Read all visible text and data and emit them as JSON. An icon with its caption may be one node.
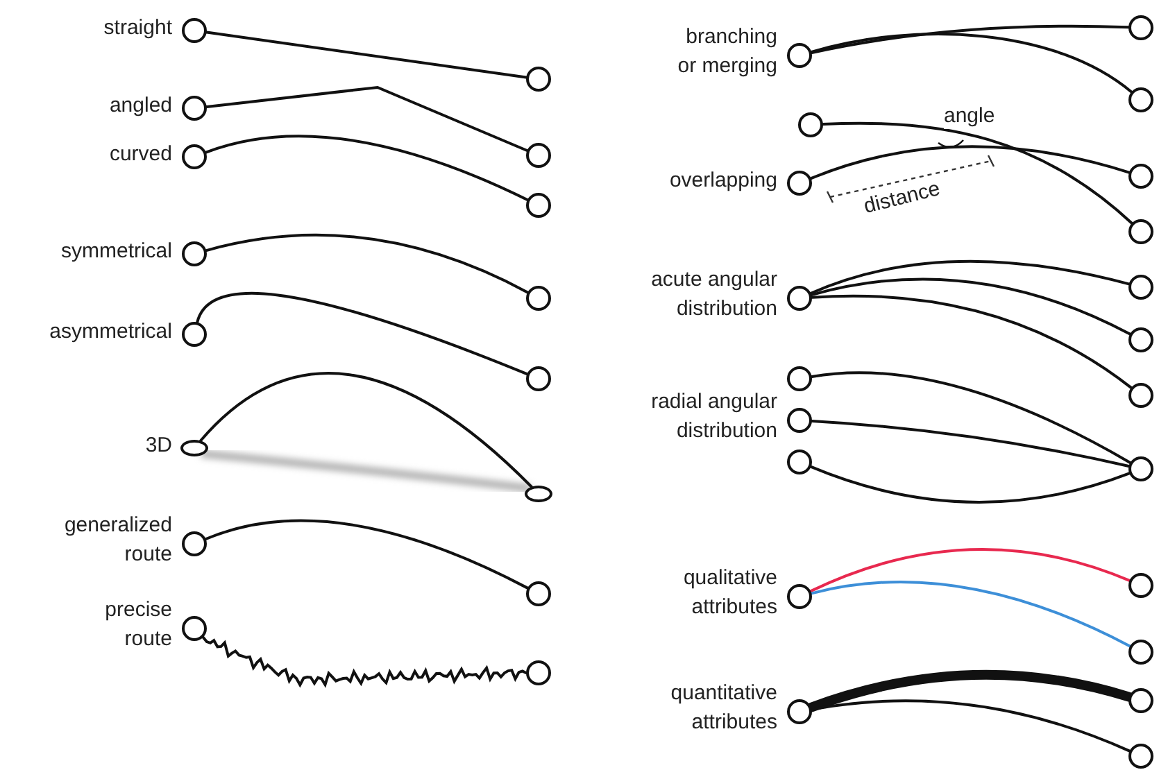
{
  "diagram": {
    "nodes": [
      {
        "text": [],
        "shape": "circle",
        "beside": [
          "straight"
        ]
      },
      {
        "text": [],
        "shape": "circle"
      },
      {
        "text": [],
        "shape": "circle",
        "beside": [
          "angled"
        ]
      },
      {
        "text": [],
        "shape": "circle"
      },
      {
        "text": [],
        "shape": "circle",
        "beside": [
          "curved"
        ]
      },
      {
        "text": [],
        "shape": "circle"
      },
      {
        "text": [],
        "shape": "circle",
        "beside": [
          "symmetrical"
        ]
      },
      {
        "text": [],
        "shape": "circle"
      },
      {
        "text": [],
        "shape": "circle",
        "beside": [
          "asymmetrical"
        ]
      },
      {
        "text": [],
        "shape": "circle"
      },
      {
        "text": [],
        "shape": "ellipse",
        "beside": [
          "3D"
        ]
      },
      {
        "text": [],
        "shape": "ellipse"
      },
      {
        "text": [],
        "shape": "circle",
        "beside": [
          "generalized route"
        ]
      },
      {
        "text": [],
        "shape": "circle"
      },
      {
        "text": [],
        "shape": "circle",
        "beside": [
          "precise route"
        ]
      },
      {
        "text": [],
        "shape": "circle"
      },
      {
        "text": [],
        "shape": "circle",
        "beside": [
          "branching or merging"
        ]
      },
      {
        "text": [],
        "shape": "circle"
      },
      {
        "text": [],
        "shape": "circle"
      },
      {
        "text": [],
        "shape": "circle"
      },
      {
        "text": [],
        "shape": "circle",
        "beside": [
          "overlapping"
        ]
      },
      {
        "text": [],
        "shape": "circle"
      },
      {
        "text": [],
        "shape": "circle"
      },
      {
        "text": [],
        "shape": "circle",
        "beside": [
          "acute angular distribution"
        ]
      },
      {
        "text": [],
        "shape": "circle"
      },
      {
        "text": [],
        "shape": "circle"
      },
      {
        "text": [],
        "shape": "circle"
      },
      {
        "text": [],
        "shape": "circle"
      },
      {
        "text": [],
        "shape": "circle",
        "beside": [
          "radial angular distribution"
        ]
      },
      {
        "text": [],
        "shape": "circle"
      },
      {
        "text": [],
        "shape": "circle"
      },
      {
        "text": [],
        "shape": "circle",
        "beside": [
          "qualitative attributes"
        ]
      },
      {
        "text": [],
        "shape": "circle"
      },
      {
        "text": [],
        "shape": "circle"
      },
      {
        "text": [],
        "shape": "circle",
        "beside": [
          "quantitative attributes"
        ]
      },
      {
        "text": [],
        "shape": "circle"
      },
      {
        "text": [],
        "shape": "circle"
      }
    ],
    "edges": [
      {
        "from": 0,
        "to": 1,
        "arrow": "none"
      },
      {
        "from": 2,
        "to": 3,
        "arrow": "none"
      },
      {
        "from": 4,
        "to": 5,
        "arrow": "none"
      },
      {
        "from": 6,
        "to": 7,
        "arrow": "none"
      },
      {
        "from": 8,
        "to": 9,
        "arrow": "none"
      },
      {
        "from": 10,
        "to": 11,
        "arrow": "none"
      },
      {
        "from": 12,
        "to": 13,
        "arrow": "none"
      },
      {
        "from": 14,
        "to": 15,
        "arrow": "none"
      },
      {
        "from": 16,
        "to": 17,
        "arrow": "none"
      },
      {
        "from": 16,
        "to": 18,
        "arrow": "none"
      },
      {
        "from": 19,
        "to": 22,
        "arrow": "none"
      },
      {
        "from": 20,
        "to": 21,
        "arrow": "none"
      },
      {
        "from": 23,
        "to": 24,
        "arrow": "none"
      },
      {
        "from": 23,
        "to": 25,
        "arrow": "none"
      },
      {
        "from": 23,
        "to": 26,
        "arrow": "none"
      },
      {
        "from": 27,
        "to": 30,
        "arrow": "none"
      },
      {
        "from": 28,
        "to": 30,
        "arrow": "none"
      },
      {
        "from": 29,
        "to": 30,
        "arrow": "none"
      },
      {
        "from": 31,
        "to": 32,
        "arrow": "none",
        "color": "#e8294f"
      },
      {
        "from": 31,
        "to": 33,
        "arrow": "none",
        "color": "#3d8fd8"
      },
      {
        "from": 34,
        "to": 35,
        "arrow": "none",
        "style": "thick"
      },
      {
        "from": 34,
        "to": 36,
        "arrow": "none"
      }
    ],
    "labels": [
      "angle",
      "distance"
    ]
  }
}
